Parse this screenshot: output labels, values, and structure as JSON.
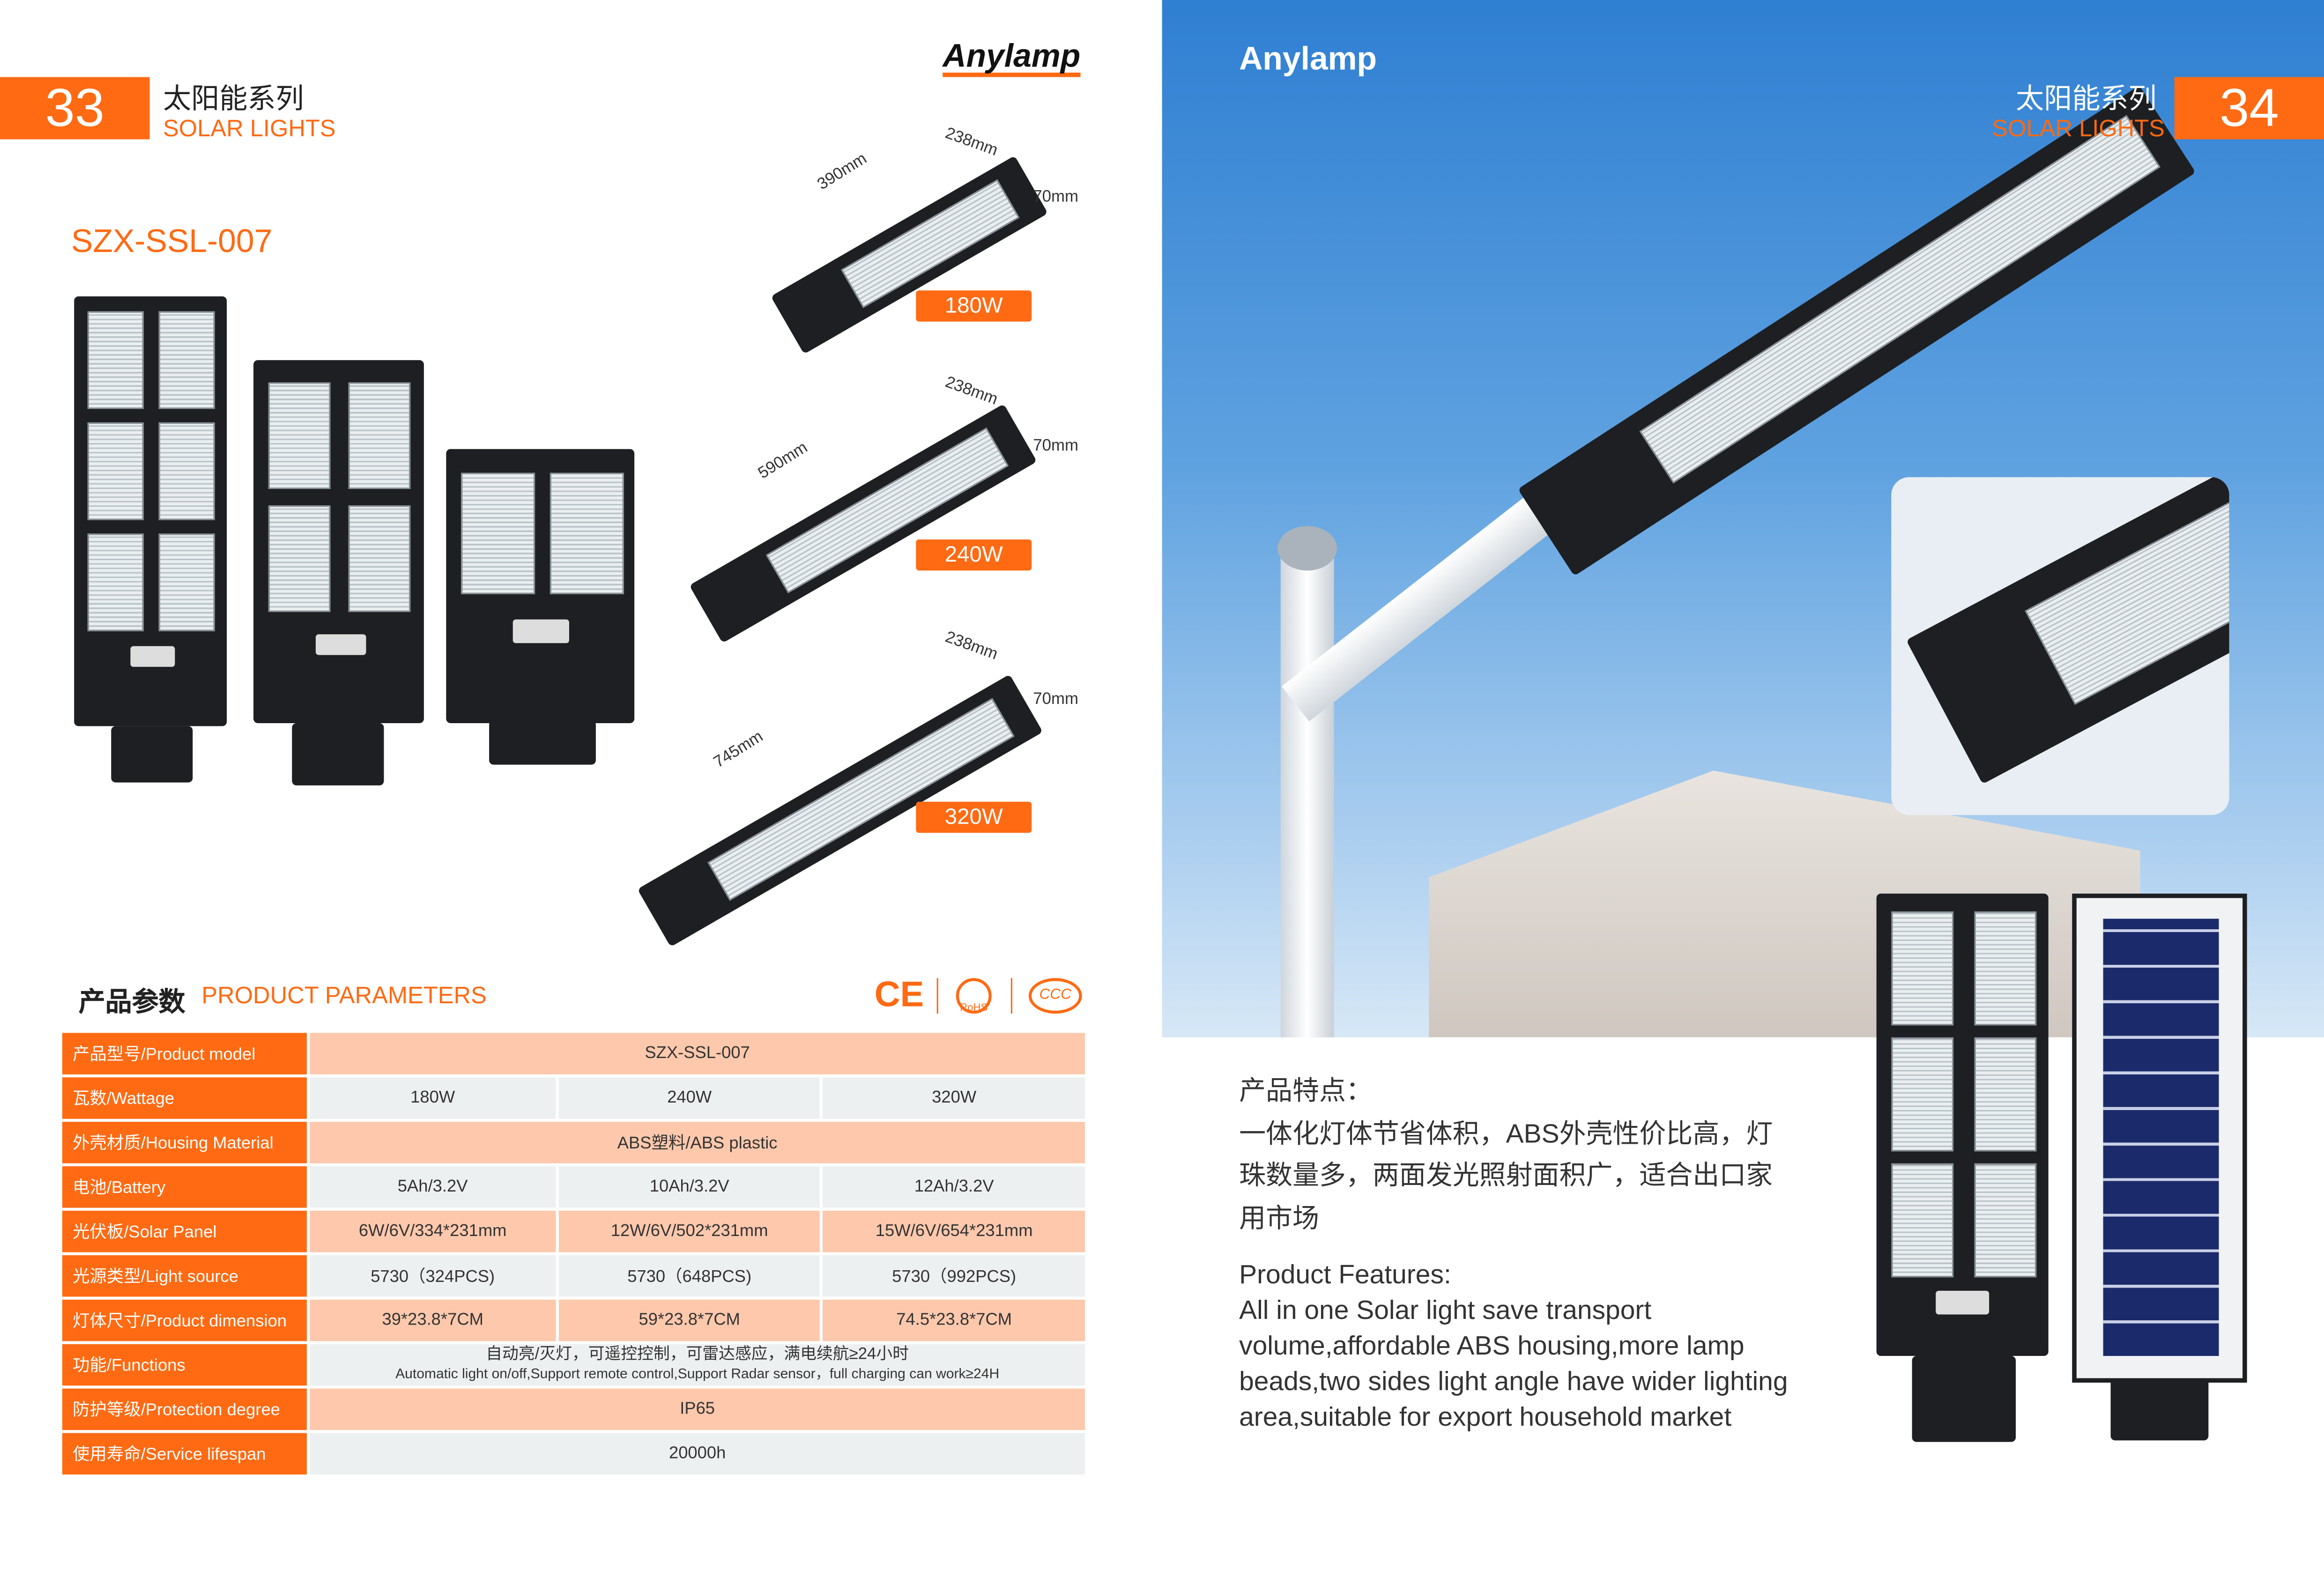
{
  "left_page": {
    "brand": "Anylamp",
    "page_number": "33",
    "section_cn": "太阳能系列",
    "section_en": "SOLAR LIGHTS",
    "model": "SZX-SSL-007",
    "variants": [
      {
        "length": "390mm",
        "width": "238mm",
        "height": "70mm",
        "wattage": "180W"
      },
      {
        "length": "590mm",
        "width": "238mm",
        "height": "70mm",
        "wattage": "240W"
      },
      {
        "length": "745mm",
        "width": "238mm",
        "height": "70mm",
        "wattage": "320W"
      }
    ],
    "params_title_cn": "产品参数",
    "params_title_en": "PRODUCT PARAMETERS",
    "certs": [
      "CE",
      "RoHS",
      "CCC"
    ],
    "table": [
      {
        "label": "产品型号/Product model",
        "values": [
          "SZX-SSL-007"
        ],
        "style": "peach"
      },
      {
        "label": "瓦数/Wattage",
        "values": [
          "180W",
          "240W",
          "320W"
        ],
        "style": "grey"
      },
      {
        "label": "外壳材质/Housing Material",
        "values": [
          "ABS塑料/ABS plastic"
        ],
        "style": "peach"
      },
      {
        "label": "电池/Battery",
        "values": [
          "5Ah/3.2V",
          "10Ah/3.2V",
          "12Ah/3.2V"
        ],
        "style": "grey"
      },
      {
        "label": "光伏板/Solar Panel",
        "values": [
          "6W/6V/334*231mm",
          "12W/6V/502*231mm",
          "15W/6V/654*231mm"
        ],
        "style": "peach"
      },
      {
        "label": "光源类型/Light source",
        "values": [
          "5730（324PCS)",
          "5730（648PCS)",
          "5730（992PCS)"
        ],
        "style": "grey"
      },
      {
        "label": "灯体尺寸/Product dimension",
        "values": [
          "39*23.8*7CM",
          "59*23.8*7CM",
          "74.5*23.8*7CM"
        ],
        "style": "peach"
      },
      {
        "label": "功能/Functions",
        "values": [
          "自动亮/灭灯，可遥控控制，可雷达感应，满电续航≥24小时",
          "Automatic light on/off,Support remote control,Support Radar sensor，full charging can work≥24H"
        ],
        "style": "grey-two-line"
      },
      {
        "label": "防护等级/Protection degree",
        "values": [
          "IP65"
        ],
        "style": "peach"
      },
      {
        "label": "使用寿命/Service lifespan",
        "values": [
          "20000h"
        ],
        "style": "grey"
      }
    ]
  },
  "right_page": {
    "brand": "Anylamp",
    "page_number": "34",
    "section_cn": "太阳能系列",
    "section_en": "SOLAR LIGHTS",
    "features_cn_title": "产品特点：",
    "features_cn_lines": [
      "一体化灯体节省体积，ABS外壳性价比高，灯",
      "珠数量多，两面发光照射面积广，适合出口家",
      "用市场"
    ],
    "features_en_title": "Product Features:",
    "features_en_lines": [
      "All in one Solar light save transport",
      "volume,affordable ABS housing,more lamp",
      "beads,two sides light angle have wider lighting",
      "area,suitable for export household market"
    ]
  },
  "colors": {
    "accent": "#ff6a13",
    "peach": "#fdc8ac",
    "grey": "#edf0f1"
  }
}
